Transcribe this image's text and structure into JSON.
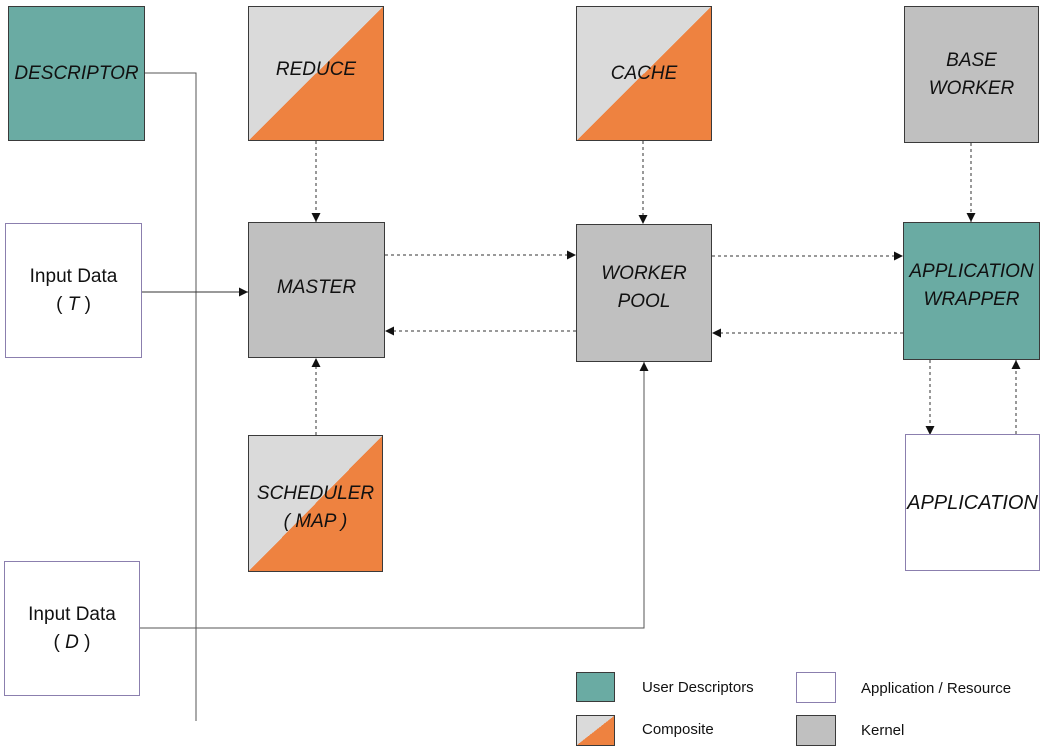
{
  "nodes": {
    "descriptor": "DESCRIPTOR",
    "reduce": "REDUCE",
    "cache": "CACHE",
    "base_worker": [
      "BASE",
      "WORKER"
    ],
    "input_t": {
      "line1": "Input Data",
      "open": "( ",
      "var": "T",
      "close": " )"
    },
    "master": "MASTER",
    "worker_pool": [
      "WORKER",
      "POOL"
    ],
    "application_wrapper": [
      "APPLICATION",
      "WRAPPER"
    ],
    "scheduler": {
      "line1": "SCHEDULER",
      "line2": "( MAP )"
    },
    "application": "APPLICATION",
    "input_d": {
      "line1": "Input Data",
      "open": "( ",
      "var": "D",
      "close": " )"
    }
  },
  "legend": {
    "user_descriptors": "User Descriptors",
    "composite": "Composite",
    "application_resource": "Application / Resource",
    "kernel": "Kernel"
  },
  "colors": {
    "user_descriptor": "#6aaba3",
    "kernel": "#c0c0c0",
    "composite_orange": "#ee8240",
    "composite_gray": "#dadada",
    "application_border": "#8b7fae"
  }
}
